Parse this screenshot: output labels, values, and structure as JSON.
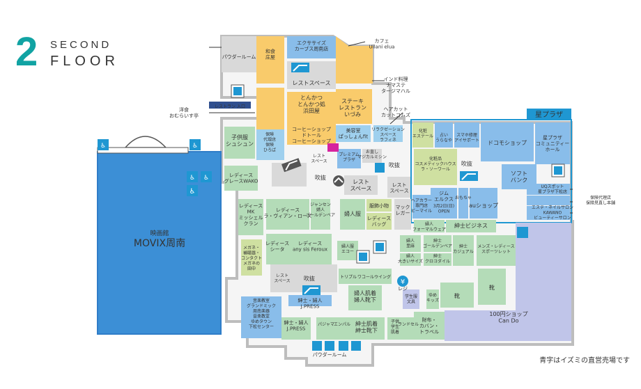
{
  "floor": {
    "number": "2",
    "name_line1": "SECOND",
    "name_line2": "FLOOR"
  },
  "colors": {
    "food": "#F9CB6B",
    "izumi_blue": "#89BDEA",
    "service": "#9FD0EE",
    "apparel_green": "#B4DCB8",
    "yellow_green": "#CFE0A1",
    "lavender": "#C0C5E9",
    "gray": "#D9D9D9",
    "movix": "#3C8FD6",
    "accent": "#1F97D2",
    "building_bg": "#F5F5F5",
    "wall": "#BDBDBD",
    "izumi_text": "#2F7DC8"
  },
  "stores": {
    "uilani": [
      "カフェ",
      "Uilani elua"
    ],
    "namaste": [
      "インド料理",
      "ナマステ",
      "タージマハル"
    ],
    "cutcomz": [
      "ヘアカット",
      "カットコムズ"
    ],
    "omuraisu": [
      "洋食",
      "おむらいす亭"
    ],
    "movix": [
      "映画館",
      "MOVIX周南"
    ],
    "hoshi_plaza": "星プラザ",
    "uq": [
      "UQスポット",
      "星プラザ下松店"
    ],
    "hoken_minaoshi": [
      "保険代理店",
      "保険見直し本舗"
    ],
    "kawano": [
      "エステ・ネイルサロン",
      "KAWANO",
      "ビューティーサロン"
    ],
    "izumi_note": "青字はイズミの直営売場です"
  },
  "labels": {
    "powder_room": "パウダールーム",
    "washoku": [
      "和食",
      "庄屋"
    ],
    "karpas": [
      "エクササイズ",
      "カーブス周南店"
    ],
    "rest_space": "レストスペース",
    "tonkatsu": [
      "とんかつ",
      "とんかつ処",
      "浜田屋"
    ],
    "steak": [
      "ステーキ",
      "レストラン",
      "いづみ"
    ],
    "restaurant_entrance": "レストラン 入口",
    "kodomofuku": [
      "子供服",
      "シュシュン"
    ],
    "hoken_hiroba": [
      "保険",
      "代理店",
      "保険",
      "ひろば"
    ],
    "doutor": [
      "コーヒーショップ",
      "ドトール",
      "コーヒーショップ"
    ],
    "biyoushitsu": [
      "美容室",
      "ぱっしょんfit"
    ],
    "relax": [
      "リラクゼーション",
      "スペース",
      "ラフィネ"
    ],
    "cosmetic_small": [
      "化粧",
      "エステール"
    ],
    "uranai": [
      "占い",
      "うらなや"
    ],
    "smart_repair": [
      "スマホ修理",
      "アイサポート"
    ],
    "docomo": "ドコモショップ",
    "hoshi_community": [
      "星プラザ",
      "コミュニティー",
      "ホール"
    ],
    "rest_space_wrap": [
      "レスト",
      "スペース"
    ],
    "premium_plaza": [
      "プレミアム",
      "プラザ"
    ],
    "otameshi": [
      "お直し",
      "マジカルミシン"
    ],
    "fukinuke": "吹抜",
    "cosmetic_house": [
      "化粧品",
      "コスメティックハウス",
      "ラ・ソーワール"
    ],
    "soft_bank": [
      "ソフト",
      "バンク"
    ],
    "ladies_grace": [
      "レディース",
      "グレースWAKO"
    ],
    "gym": [
      "ジム",
      "エルクス"
    ],
    "gym_open": [
      "3月2日(日)",
      "OPEN"
    ],
    "haircolor": [
      "ヘアカラー",
      "専門店",
      "ビーマイル"
    ],
    "trading_card": "おもちゃ",
    "au": "auショップ",
    "ladies_mk": [
      "レディース",
      "MK",
      "ミッシェル",
      "クラン"
    ],
    "ladies_viaroze": [
      "レディース",
      "ラ・ヴィアン・ローズ"
    ],
    "jansen": [
      "ジャンセン",
      "婦人",
      "ゴールデンベア"
    ],
    "fujin_fuku": "婦人服",
    "fujin_komono": "服飾小物",
    "ladies_bag": [
      "レディース",
      "バッグ"
    ],
    "mack": [
      "マック",
      "レガー"
    ],
    "fujin_formal": [
      "婦人",
      "フォーマルウェア"
    ],
    "shinshi_business": "紳士ビジネス",
    "megane": [
      "メガネ・",
      "補聴器・",
      "コンタクト",
      "メガネの",
      "田中"
    ],
    "ladies_seeta": [
      "レディース",
      "シータ"
    ],
    "ladies_anysis": [
      "レディース",
      "any sis Feroux"
    ],
    "fujin_ecoo": [
      "婦人服",
      "エコー"
    ],
    "fujin_rima": [
      "婦人",
      "里麻"
    ],
    "fujin_ookii": [
      "婦人",
      "大きいサイズ"
    ],
    "shinshi_golf": [
      "紳士",
      "ゴールデンベア"
    ],
    "shinshi_croco": [
      "紳士",
      "クロコダイル"
    ],
    "shinshi_casual": [
      "紳士",
      "カジュアル"
    ],
    "mens_ladies_sports": [
      "メンズ・レディース",
      "スポーツレット"
    ],
    "triple": "トリプル",
    "wacoal": "ワコール",
    "wing": "ウイング",
    "fujin_hadagi": [
      "婦人肌着",
      "婦人靴下"
    ],
    "register": "レジ",
    "gakusei": [
      "学生服",
      "文具"
    ],
    "yume": [
      "ゆめ",
      "キッズ"
    ],
    "kutsu": "靴",
    "kutsu2": "靴",
    "ongaku": [
      "音楽教室",
      "グランドミック",
      "周南楽器",
      "音楽教室",
      "ゆめタウン",
      "下松センター"
    ],
    "shinshi_jpress2": [
      "紳士・婦人",
      "J.PRESS"
    ],
    "shinshi_jpress": [
      "紳士・婦人",
      "J.PRESS"
    ],
    "pajama": "パジャマ",
    "enparu": "エンパル",
    "shinshi_hadagi": [
      "紳士肌着",
      "紳士靴下"
    ],
    "shinshi_sokkusu": [
      "子供",
      "学生",
      "肌着"
    ],
    "randsel": "ランドセル",
    "saifu": [
      "財布・",
      "カバン・",
      "トラベル"
    ],
    "can_do": [
      "100円ショップ",
      "Can Do"
    ]
  }
}
